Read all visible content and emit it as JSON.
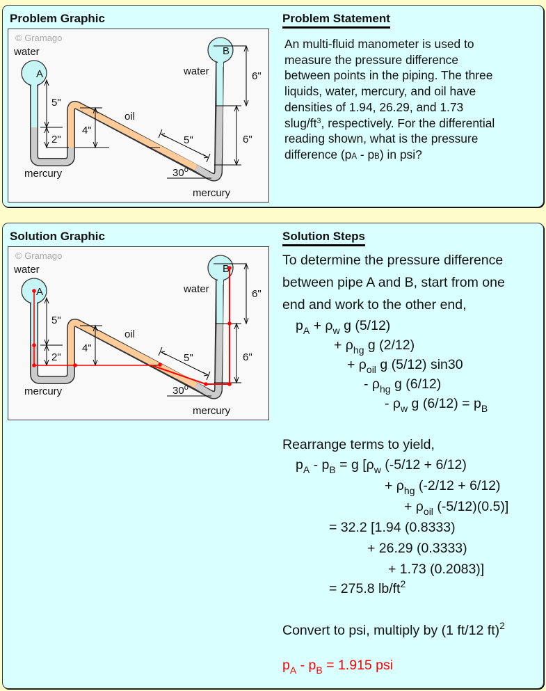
{
  "problem": {
    "graphic_title": "Problem Graphic",
    "statement_title": "Problem Statement",
    "statement_lines": [
      "An multi-fluid manometer is used to",
      "measure the pressure difference",
      "between points in the piping. The three",
      "liquids, water, mercury, and oil have",
      "densities of 1.94, 26.29, and 1.73"
    ],
    "statement_line6_pre": "slug/ft",
    "statement_line6_sup": "3",
    "statement_line6_post": ", respectively. For the differential",
    "statement_line7": "reading shown, what is the pressure",
    "statement_line8_pre": "difference (p",
    "statement_line8_sub_a": "A",
    "statement_line8_mid": " - p",
    "statement_line8_sub_b": "B",
    "statement_line8_post": ") in psi?"
  },
  "diagram": {
    "watermark": "© Gramago",
    "label_water_left": "water",
    "label_water_right": "water",
    "label_oil": "oil",
    "label_mercury_left": "mercury",
    "label_mercury_right": "mercury",
    "point_a": "A",
    "point_b": "B",
    "dim_5_vertical": "5\"",
    "dim_2": "2\"",
    "dim_4": "4\"",
    "dim_5_incline": "5\"",
    "dim_6_top": "6\"",
    "dim_6_bottom": "6\"",
    "angle": "30",
    "angle_unit": "o",
    "colors": {
      "water": "#c6f5f5",
      "mercury": "#cccccc",
      "oil": "#ffcc99",
      "path": "#ff0000"
    }
  },
  "solution": {
    "graphic_title": "Solution Graphic",
    "steps_title": "Solution Steps",
    "intro": [
      "To determine the pressure difference",
      "between pipe A and B, start from one",
      "end and work to the other end,"
    ],
    "eq1": [
      {
        "pre": "p",
        "sub": "A",
        "post": " + ρ",
        "sub2": "w",
        "post2": " g (5/12)"
      },
      {
        "pre": "+ ρ",
        "sub": "hg",
        "post": " g (2/12)"
      },
      {
        "pre": "+ ρ",
        "sub": "oil",
        "post": " g (5/12) sin30"
      },
      {
        "pre": "- ρ",
        "sub": "hg",
        "post": " g (6/12)"
      },
      {
        "pre": "- ρ",
        "sub": "w",
        "post": " g (6/12) = p",
        "sub2": "B"
      }
    ],
    "rearrange": "Rearrange terms to yield,",
    "eq2": [
      {
        "pre": "p",
        "sub": "A",
        "post": " - p",
        "sub2": "B",
        "post2": " = g [ρ",
        "sub3": "w",
        "post3": " (-5/12 + 6/12)"
      },
      {
        "pre": "+ ρ",
        "sub": "hg",
        "post": " (-2/12 + 6/12)"
      },
      {
        "pre": "+ ρ",
        "sub": "oil",
        "post": " (-5/12)(0.5)]"
      },
      {
        "text": "= 32.2 [1.94 (0.8333)"
      },
      {
        "text": "+ 26.29 (0.3333)"
      },
      {
        "text": "+ 1.73 (0.2083)]"
      },
      {
        "pre": "= 275.8 lb/ft",
        "sup": "2"
      }
    ],
    "convert_pre": "Convert to psi, multiply by (1 ft/12 ft)",
    "convert_sup": "2",
    "answer": {
      "pre": "p",
      "sub": "A",
      "mid": " - p",
      "sub2": "B",
      "post": " = 1.915 psi"
    }
  }
}
